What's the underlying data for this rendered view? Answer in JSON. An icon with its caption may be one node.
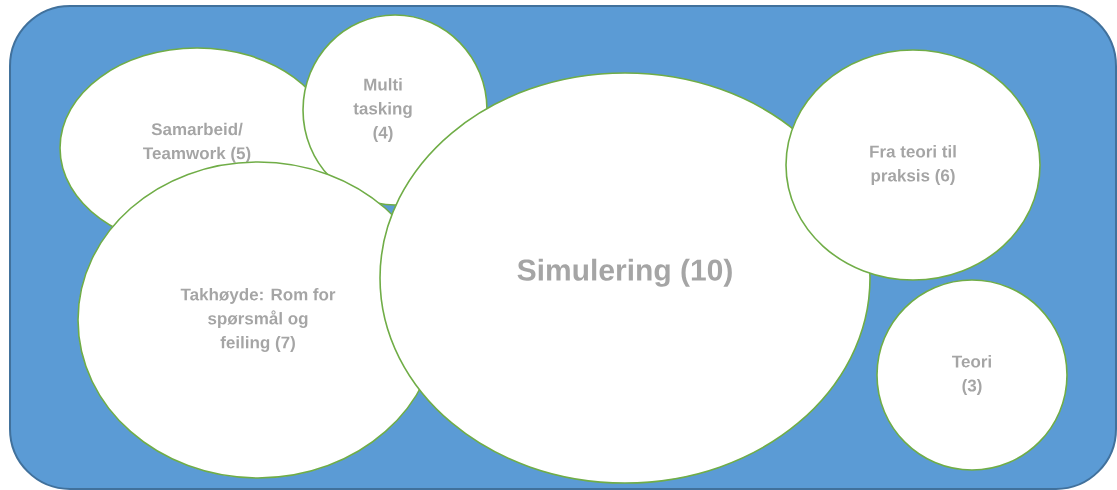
{
  "diagram": {
    "nodes": [
      {
        "text": [
          "Samarbeid/ Teamwork (5)"
        ]
      },
      {
        "text": [
          "Multi tasking (4)"
        ]
      },
      {
        "text": [
          "Fra teori til praksis (6)"
        ]
      },
      {
        "text": [
          "Takhøyde: Rom for spørsmål og feiling (7)"
        ]
      },
      {
        "text": [
          "Simulering (10)"
        ]
      },
      {
        "text": [
          "Teori (3)"
        ]
      }
    ]
  }
}
